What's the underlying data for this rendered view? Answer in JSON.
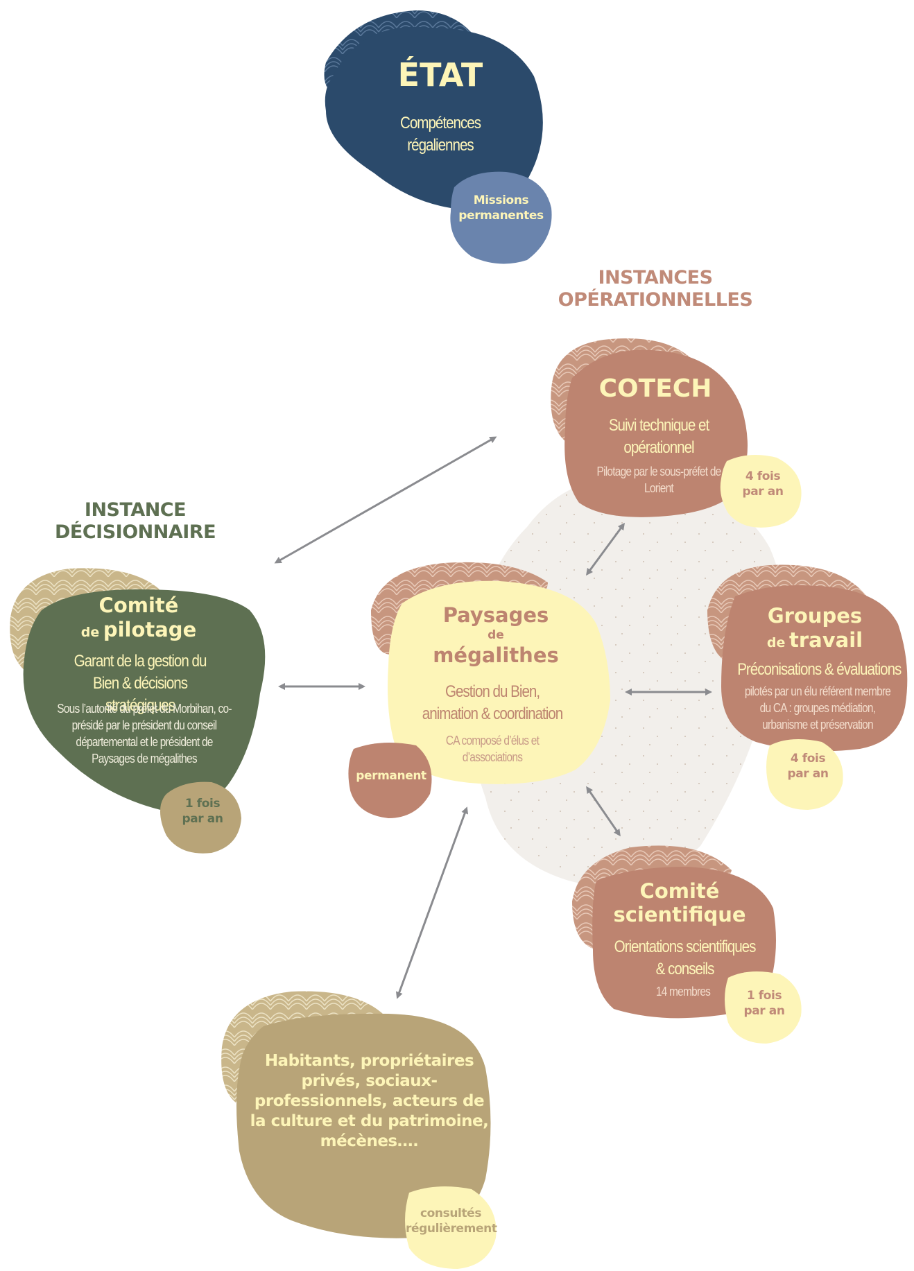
{
  "colors": {
    "navy": "#2b4a6b",
    "periwinkle": "#6a84ad",
    "terracotta": "#bd8470",
    "terracotta_light": "#c7967f",
    "yellow": "#fdf5b8",
    "green": "#5e7052",
    "khaki": "#b8a478",
    "beige_bg": "#f2efeb",
    "arrow": "#8a8b8f"
  },
  "section_headings": {
    "operational": "INSTANCES OPÉRATIONNELLES",
    "decisional": "INSTANCE DÉCISIONNAIRE"
  },
  "etat": {
    "title": "ÉTAT",
    "subtitle": "Compétences régaliennes",
    "badge": "Missions permanentes"
  },
  "cotech": {
    "title": "COTECH",
    "subtitle": "Suivi technique et opérationnel",
    "note": "Pilotage par le sous-préfet de Lorient",
    "badge": "4 fois par an"
  },
  "comite_pilotage": {
    "title_line1": "Comité",
    "title_small": "de",
    "title_line2": "pilotage",
    "subtitle": "Garant de la gestion du Bien & décisions stratégiques",
    "note": "Sous l’autorité du préfet du Morbihan, co-présidé par le président du conseil départemental et le président de Paysages de mégalithes",
    "badge": "1 fois par an"
  },
  "paysages": {
    "title_line1": "Paysages",
    "title_small": "de",
    "title_line2": "mégalithes",
    "subtitle": "Gestion du Bien, animation & coordination",
    "note": "CA composé d’élus et d’associations",
    "badge": "permanent"
  },
  "groupes": {
    "title_line1": "Groupes",
    "title_small": "de",
    "title_line2": "travail",
    "subtitle": "Préconisations & évaluations",
    "note": "pilotés par un élu référent membre du CA : groupes médiation, urbanisme et préservation",
    "badge": "4 fois par an"
  },
  "comite_scientifique": {
    "title": "Comité scientifique",
    "subtitle": "Orientations scientifiques & conseils",
    "note": "14 membres",
    "badge": "1 fois par an"
  },
  "habitants": {
    "title": "Habitants, propriétaires privés, sociaux-professionnels, acteurs de la culture et du patrimoine, mécènes….",
    "badge": "consultés régulièrement"
  }
}
